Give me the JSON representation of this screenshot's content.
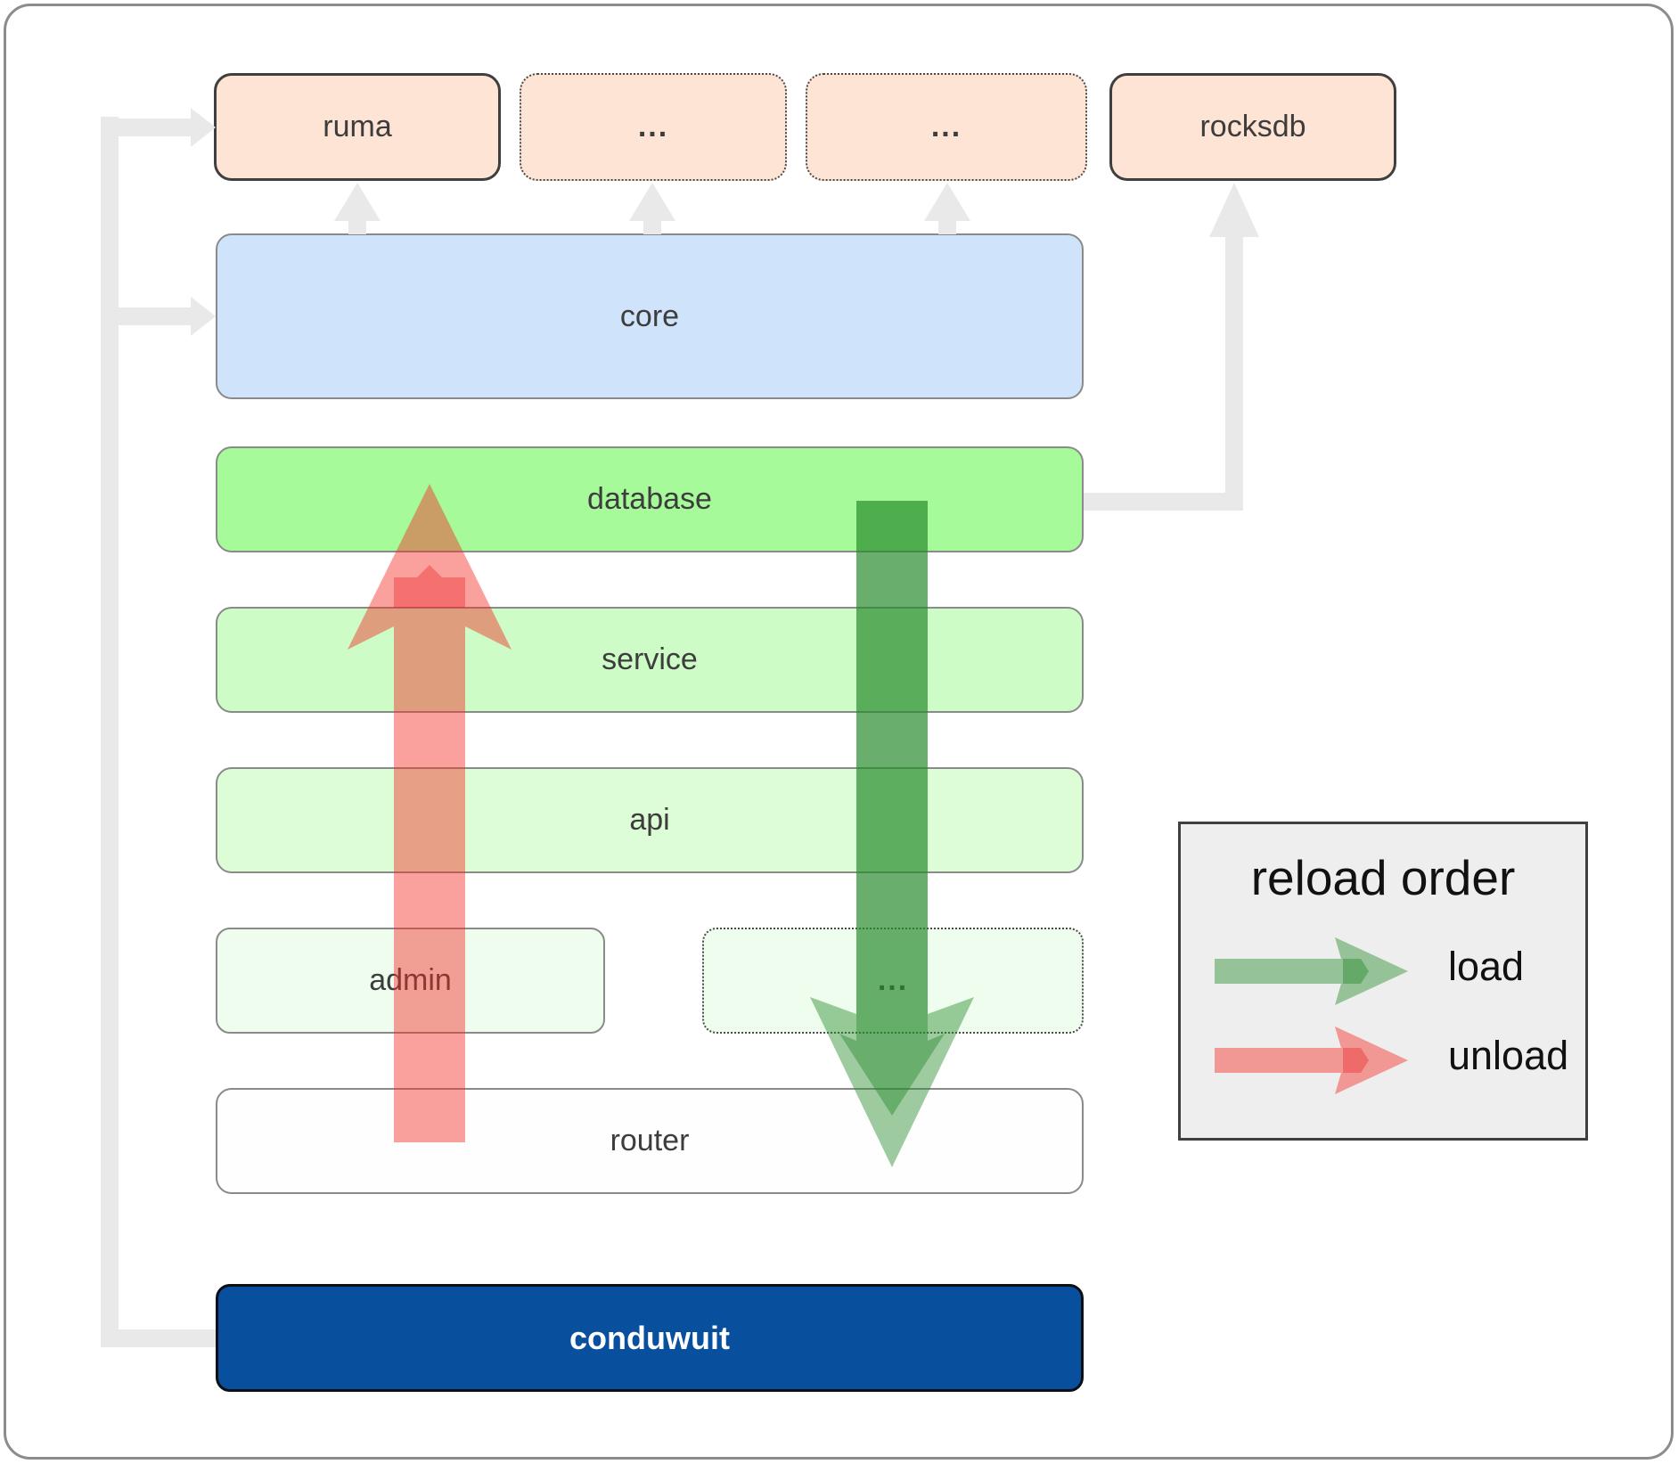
{
  "diagram": {
    "nodes": {
      "ruma": {
        "label": "ruma"
      },
      "ellipsis_top_1": {
        "label": "..."
      },
      "ellipsis_top_2": {
        "label": "..."
      },
      "rocksdb": {
        "label": "rocksdb"
      },
      "core": {
        "label": "core"
      },
      "database": {
        "label": "database"
      },
      "service": {
        "label": "service"
      },
      "api": {
        "label": "api"
      },
      "admin": {
        "label": "admin"
      },
      "ellipsis_admin": {
        "label": "..."
      },
      "router": {
        "label": "router"
      },
      "conduwuit": {
        "label": "conduwuit"
      }
    },
    "legend": {
      "title": "reload order",
      "entries": [
        {
          "label": "load",
          "arrow": "green-right-arrow"
        },
        {
          "label": "unload",
          "arrow": "red-right-arrow"
        }
      ]
    },
    "colors": {
      "frame-border": "#8c8c8c",
      "node-text": "#3d3d3d",
      "peach-fill": "#fee4d4",
      "peach-border": "#3f3f3f",
      "dotted-border": "#4a4a4a",
      "gray-border": "#8a8a8a",
      "blue-fill": "#cfe4fa",
      "green1-fill": "#a6fa99",
      "green2-fill": "#cdfcc6",
      "green3-fill": "#ddfdd6",
      "green4-fill": "#effdee",
      "white-fill": "#fefefe",
      "navy-fill": "#084f9d",
      "navy-border": "#0b0f14",
      "navy-text": "#ffffff",
      "connector-gray": "#e9e9e9",
      "load-green": "rgba(40,140,45,0.45)",
      "unload-red": "rgba(245,45,38,0.45)",
      "unload-red-overlay": "rgba(235,25,30,0.35)",
      "legend-fill": "#eeeeee",
      "legend-border": "#3f3f3f",
      "legend-text": "#111111"
    }
  }
}
